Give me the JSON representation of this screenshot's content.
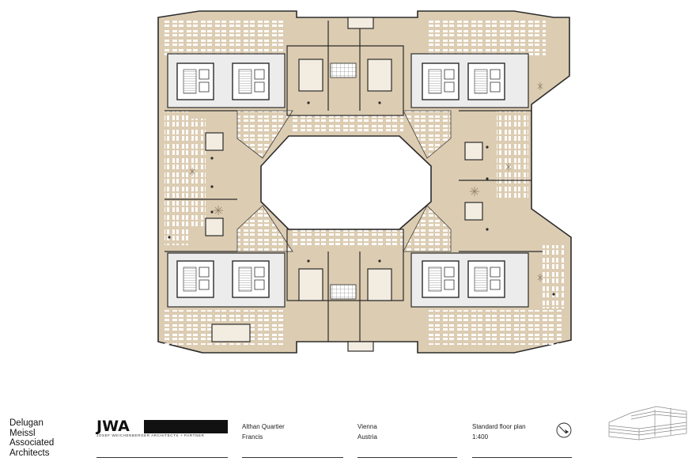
{
  "firm": {
    "lines": [
      "Delugan",
      "Meissl",
      "Associated",
      "Architects"
    ]
  },
  "jwa": {
    "logo_text": "JWA",
    "tagline": "JOSEF WEICHENBERGER ARCHITECTS + PARTNER"
  },
  "project": {
    "name": "Althan Quartier",
    "architect": "Francis"
  },
  "location": {
    "city": "Vienna",
    "country": "Austria"
  },
  "drawing": {
    "title": "Standard floor plan",
    "scale": "1:400"
  },
  "colors": {
    "floor_fill": "#dcccb2",
    "desk_fill": "#ffffff",
    "outline": "#2b2b2b",
    "courtyard": "#ffffff"
  },
  "icons": [
    "north-arrow-icon",
    "building-elevation-icon"
  ]
}
